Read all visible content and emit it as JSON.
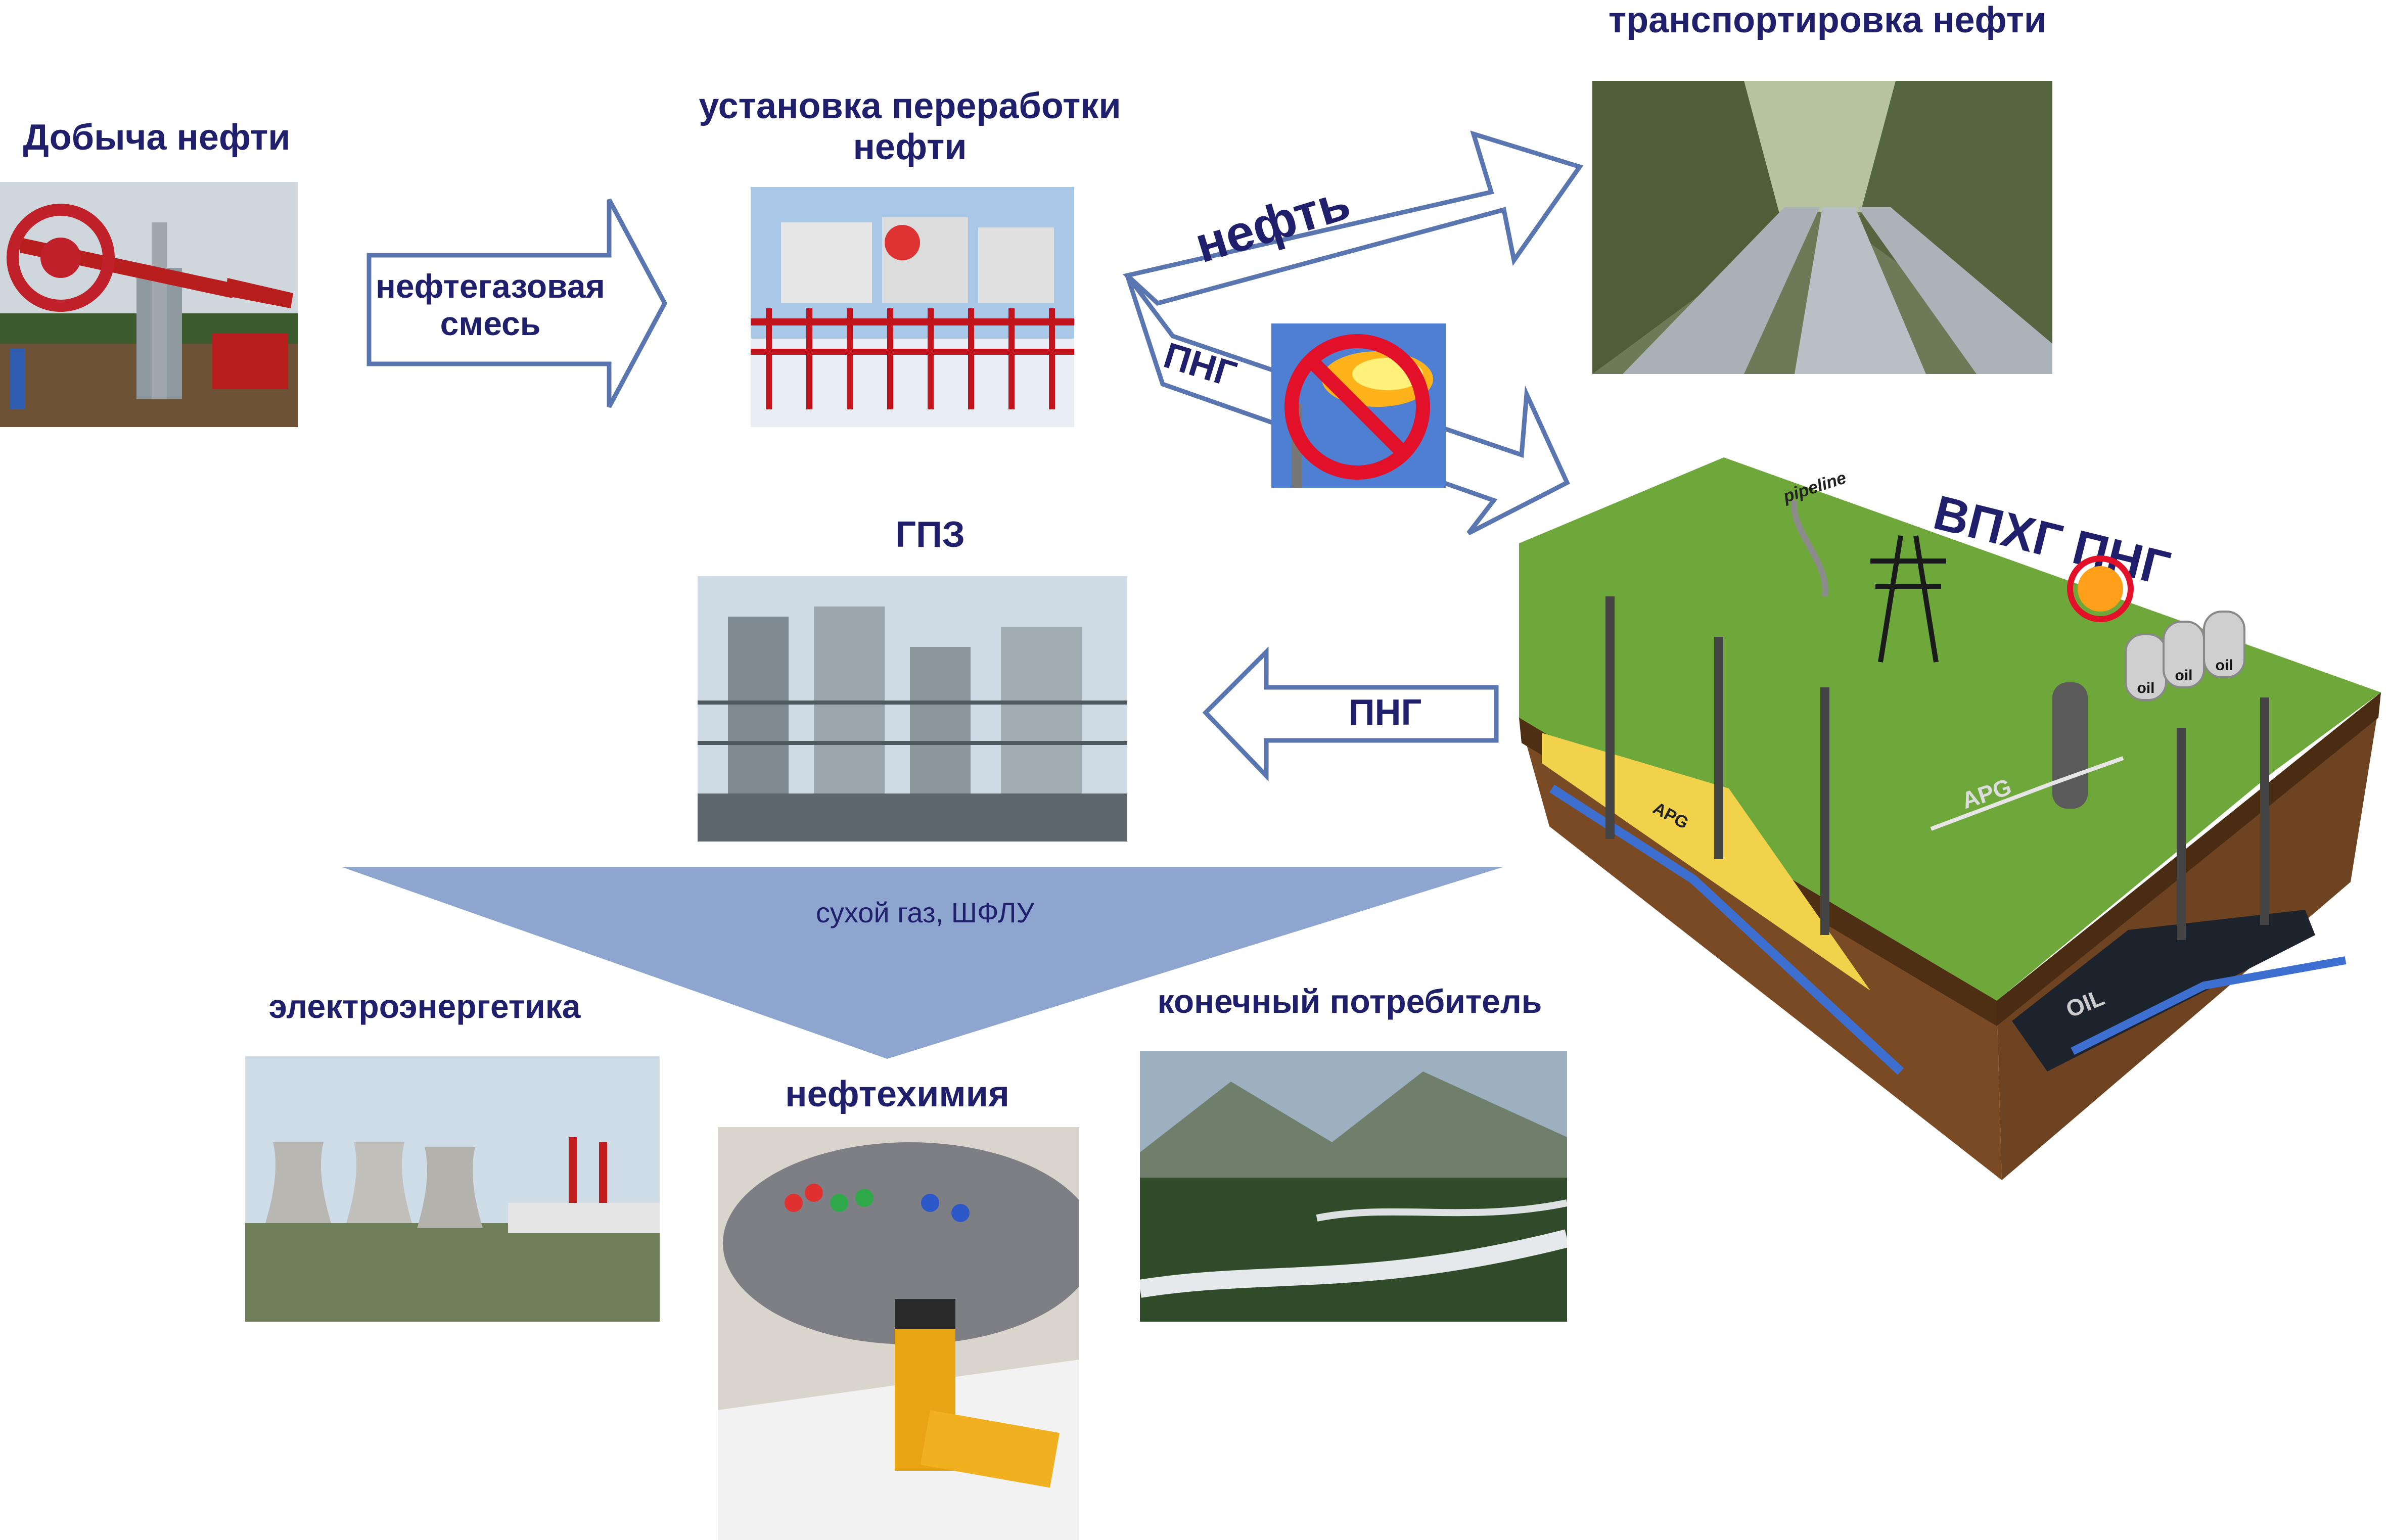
{
  "labels": {
    "extraction": "Добыча нефти",
    "processing_line1": "установка переработки",
    "processing_line2": "нефти",
    "transport": "транспортировка нефти",
    "gpz": "ГПЗ",
    "power": "электроэнергетика",
    "petrochem": "нефтехимия",
    "consumer": "конечный потребитель",
    "vphg": "ВПХГ ПНГ"
  },
  "arrows": {
    "mix_line1": "нефтегазовая",
    "mix_line2": "смесь",
    "oil": "нефть",
    "apg_top": "ПНГ",
    "apg_back": "ПНГ",
    "funnel": "сухой газ, ШФЛУ"
  },
  "block": {
    "pipeline": "pipeline",
    "apg_surface": "APG",
    "apg_layer": "APG",
    "oil_layer": "OIL",
    "tank1": "oil",
    "tank2": "oil",
    "tank3": "oil"
  },
  "colors": {
    "title_text": "#1f1f6b",
    "arrow_stroke": "#5a76b0",
    "funnel_fill": "#8ea6cf",
    "grass": "#6fa83a",
    "soil": "#7a4a24"
  }
}
